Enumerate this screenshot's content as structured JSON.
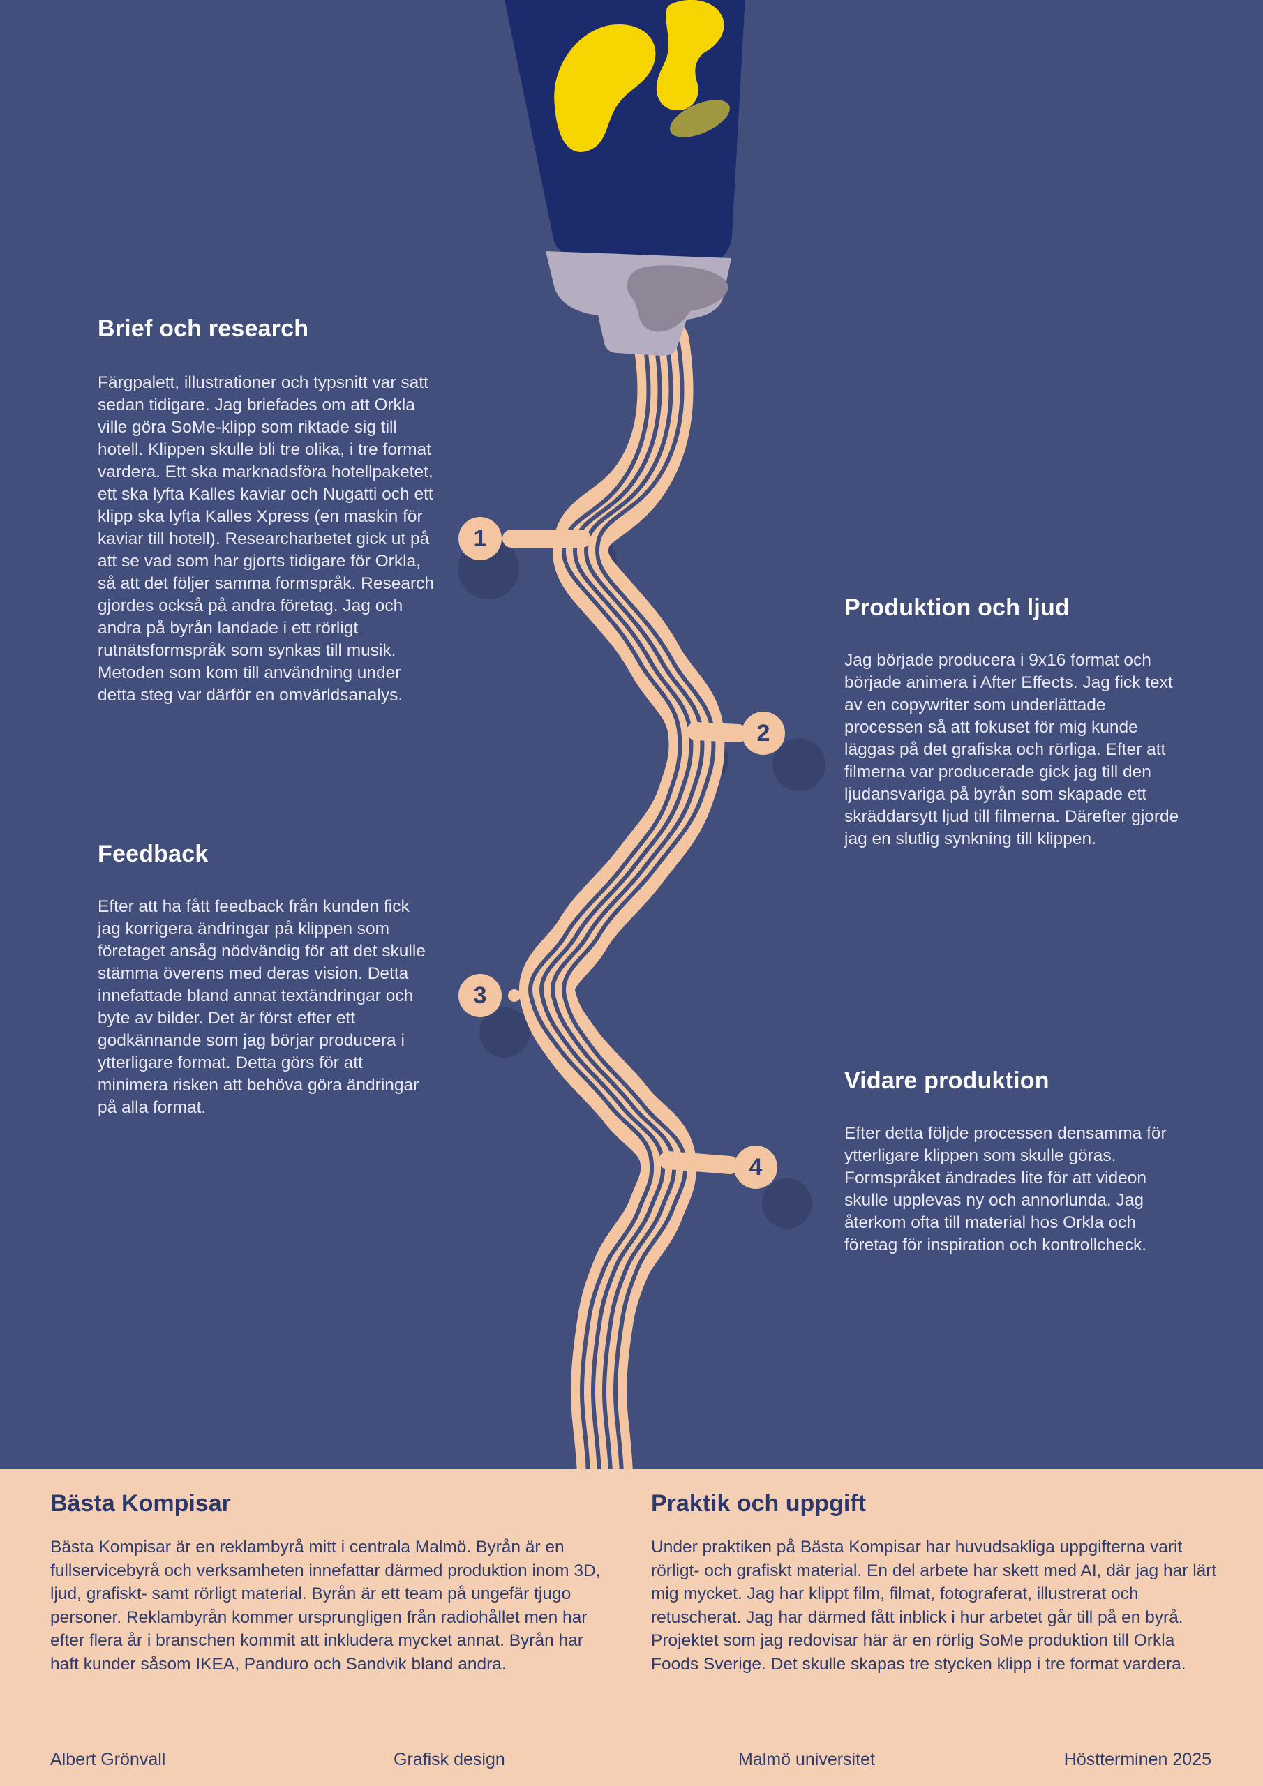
{
  "palette": {
    "background": "#424f7c",
    "shadow_blob": "#38436d",
    "stream_peach": "#f3c5a1",
    "band_peach": "#f5cfb3",
    "tube_blue": "#1c2b6b",
    "tube_yellow": "#f6d500",
    "cap_gray": "#b5adc0",
    "cap_gray_dark": "#8f8798",
    "heading_white": "#ffffff",
    "band_navy_text": "#2e3c6e"
  },
  "steps": [
    "1",
    "2",
    "3",
    "4"
  ],
  "sections": {
    "brief": {
      "title": "Brief och research",
      "body": "Färgpalett, illustrationer och typsnitt var satt sedan tidigare. Jag briefades om att Orkla ville göra SoMe-klipp som riktade sig till hotell. Klippen skulle bli tre olika, i tre format vardera. Ett ska marknadsföra hotellpaketet, ett ska lyfta Kalles kaviar och Nugatti och ett klipp ska lyfta Kalles Xpress (en maskin för kaviar till hotell). Researcharbetet gick ut på att se vad som har gjorts tidigare för Orkla, så att det följer samma formspråk. Research gjordes också på andra företag. Jag och andra på byrån landade i ett rörligt rutnätsformspråk som synkas till musik. Metoden som kom till användning under detta steg var därför en omvärldsanalys."
    },
    "produktion": {
      "title": "Produktion och ljud",
      "body": "Jag började producera i 9x16 format och började animera i After Effects. Jag fick text av en copywriter som underlättade processen så att fokuset för mig kunde läggas på det grafiska och rörliga. Efter att filmerna var producerade gick jag till den ljudansvariga på byrån som skapade ett skräddarsytt ljud till filmerna. Därefter gjorde jag en slutlig synkning till klippen."
    },
    "feedback": {
      "title": "Feedback",
      "body": "Efter att ha fått feedback från kunden fick jag korrigera ändringar på klippen som företaget ansåg nödvändig för att det skulle stämma överens med deras vision. Detta innefattade bland annat textändringar och byte av bilder. Det är först efter ett godkännande som jag börjar producera i ytterligare format. Detta görs för att minimera risken att behöva göra ändringar på alla format."
    },
    "vidare": {
      "title": "Vidare produktion",
      "body": "Efter detta följde processen densamma för ytterligare klippen som skulle göras. Formspråket ändrades lite för att videon skulle upplevas ny och annorlunda. Jag återkom ofta till material hos Orkla och företag för inspiration och kontrollcheck."
    }
  },
  "band": {
    "kompisar": {
      "title": "Bästa Kompisar",
      "body": "Bästa Kompisar är en reklambyrå mitt i centrala Malmö. Byrån är en fullservicebyrå och verksamheten innefattar därmed produktion inom 3D, ljud, grafiskt- samt rörligt material. Byrån är ett team på ungefär tjugo personer. Reklambyrån kommer ursprungligen från radiohållet men har efter flera år i branschen kommit att inkludera mycket annat. Byrån har haft kunder såsom IKEA, Panduro och Sandvik bland andra."
    },
    "praktik": {
      "title": "Praktik och uppgift",
      "body": "Under praktiken på Bästa Kompisar har huvudsakliga uppgifterna varit rörligt- och grafiskt material. En del arbete har skett med AI, där jag har lärt mig mycket. Jag har klippt film, filmat, fotograferat, illustrerat och retuscherat. Jag har därmed fått inblick i hur arbetet går till på en byrå. Projektet som jag redovisar här är en rörlig SoMe produktion till Orkla Foods Sverige. Det skulle skapas tre stycken klipp i tre format vardera."
    }
  },
  "footer": {
    "author": "Albert Grönvall",
    "program": "Grafisk design",
    "university": "Malmö universitet",
    "term": "Höstterminen 2025"
  }
}
